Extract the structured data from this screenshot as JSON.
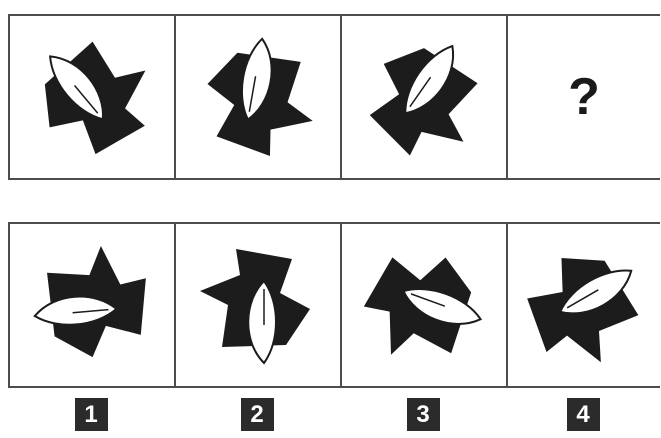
{
  "question_mark": "?",
  "answer_labels": [
    "1",
    "2",
    "3",
    "4"
  ],
  "colors": {
    "shape_fill": "#1c1c1c",
    "leaf_fill": "#ffffff",
    "grid_line": "#4d4d4d",
    "label_bg": "#2b2b2b"
  }
}
